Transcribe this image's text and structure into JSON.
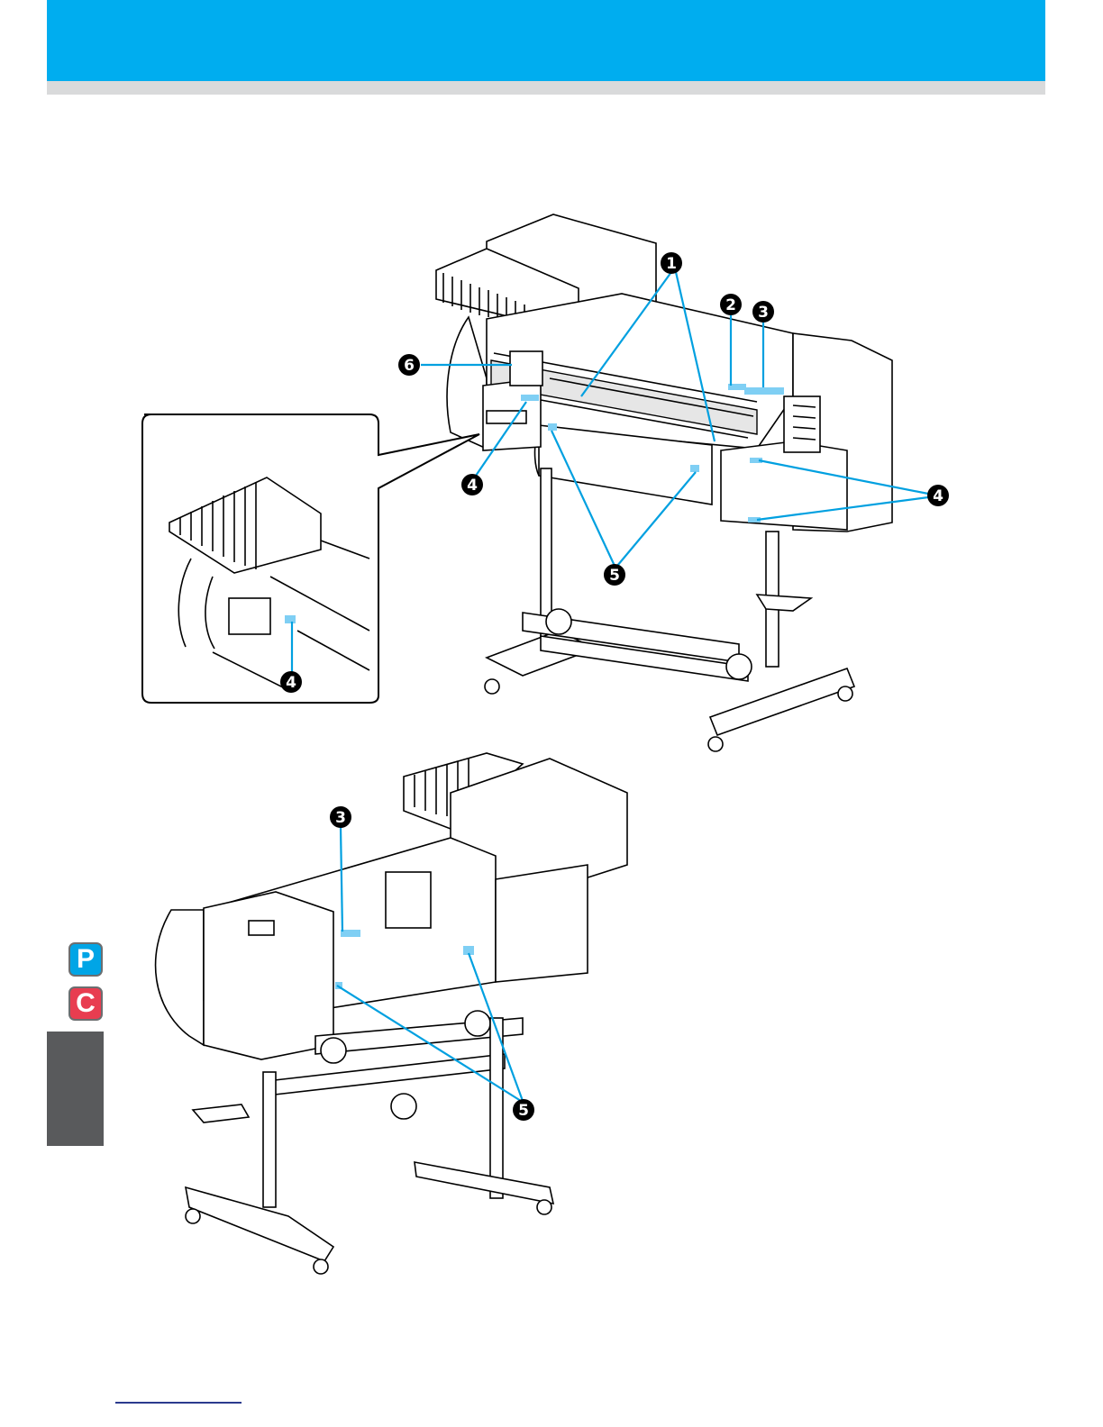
{
  "header": {
    "color": "#00adef",
    "shadow_color": "#d9dadb"
  },
  "side_tabs": [
    {
      "letter": "P",
      "color": "#00a5e6"
    },
    {
      "letter": "C",
      "color": "#e83d50"
    }
  ],
  "callouts": {
    "front": [
      "1",
      "2",
      "3",
      "4",
      "4",
      "5",
      "6"
    ],
    "detail": [
      "4"
    ],
    "rear": [
      "3",
      "5"
    ]
  },
  "label_color": "#7fcff4",
  "leader_color": "#00a0e0"
}
